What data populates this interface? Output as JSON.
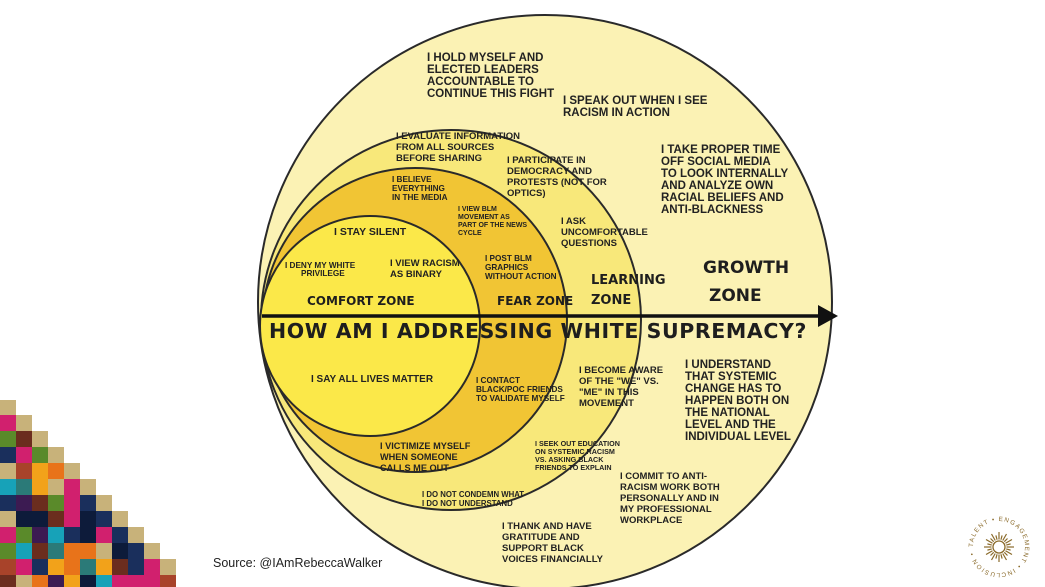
{
  "diagram": {
    "headline": "HOW AM I ADDRESSING WHITE SUPREMACY?",
    "zones": {
      "comfort": "COMFORT ZONE",
      "fear": "FEAR ZONE",
      "learning": [
        "LEARNING",
        "ZONE"
      ],
      "growth": [
        "GROWTH",
        "ZONE"
      ]
    },
    "comfort_items": {
      "stay_silent": [
        "I STAY SILENT"
      ],
      "deny_privilege": [
        "I DENY MY WHITE",
        "PRIVILEGE"
      ],
      "view_racism": [
        "I VIEW RACISM",
        "AS BINARY"
      ],
      "all_lives": [
        "I SAY ALL LIVES MATTER"
      ]
    },
    "fear_items": {
      "believe_media": [
        "I BELIEVE",
        "EVERYTHING",
        "IN THE MEDIA"
      ],
      "news_cycle": [
        "I VIEW BLM",
        "MOVEMENT AS",
        "PART OF THE NEWS",
        "CYCLE"
      ],
      "post_graphics": [
        "I POST BLM",
        "GRAPHICS",
        "WITHOUT ACTION"
      ],
      "contact_friends": [
        "I CONTACT",
        "BLACK/POC FRIENDS",
        "TO VALIDATE MYSELF"
      ],
      "victimize": [
        "I VICTIMIZE MYSELF",
        "WHEN SOMEONE",
        "CALLS ME OUT"
      ]
    },
    "learning_items": {
      "evaluate_info": [
        "I EVALUATE INFORMATION",
        "FROM ALL SOURCES",
        "BEFORE SHARING"
      ],
      "participate": [
        "I PARTICIPATE IN",
        "DEMOCRACY AND",
        "PROTESTS (NOT FOR",
        "OPTICS)"
      ],
      "ask_questions": [
        "I ASK",
        "UNCOMFORTABLE",
        "QUESTIONS"
      ],
      "become_aware": [
        "I BECOME AWARE",
        "OF THE \"WE\" VS.",
        "\"ME\" IN THIS",
        "MOVEMENT"
      ],
      "seek_education": [
        "I SEEK OUT EDUCATION",
        "ON SYSTEMIC RACISM",
        "VS. ASKING BLACK",
        "FRIENDS TO EXPLAIN"
      ],
      "not_condemn": [
        "I DO NOT CONDEMN WHAT",
        "I DO NOT UNDERSTAND"
      ]
    },
    "growth_items": {
      "hold_accountable": [
        "I HOLD MYSELF AND",
        "ELECTED LEADERS",
        "ACCOUNTABLE TO",
        "CONTINUE THIS FIGHT"
      ],
      "speak_out": [
        "I SPEAK OUT WHEN I SEE",
        "RACISM IN ACTION"
      ],
      "time_off": [
        "I TAKE PROPER TIME",
        "OFF SOCIAL MEDIA",
        "TO LOOK INTERNALLY",
        "AND ANALYZE OWN",
        "RACIAL BELIEFS AND",
        "ANTI-BLACKNESS"
      ],
      "understand_change": [
        "I UNDERSTAND",
        "THAT SYSTEMIC",
        "CHANGE HAS TO",
        "HAPPEN BOTH ON",
        "THE NATIONAL",
        "LEVEL AND THE",
        "INDIVIDUAL LEVEL"
      ],
      "commit": [
        "I COMMIT TO ANTI-",
        "RACISM WORK BOTH",
        "PERSONALLY AND IN",
        "MY PROFESSIONAL",
        "WORKPLACE"
      ],
      "gratitude": [
        "I THANK AND HAVE",
        "GRATITUDE AND",
        "SUPPORT BLACK",
        "VOICES FINANCIALLY"
      ]
    }
  },
  "footer": {
    "source": "Source: @IAmRebeccaWalker",
    "logo_ring": "TALENT • ENGAGEMENT • INCLUSION •"
  },
  "colors": {
    "growth": "#fbf2b4",
    "learning": "#f8e87a",
    "fear": "#f1c534",
    "comfort": "#fbe849",
    "outline": "#2a2a2a",
    "logo": "#8a6a2a"
  }
}
